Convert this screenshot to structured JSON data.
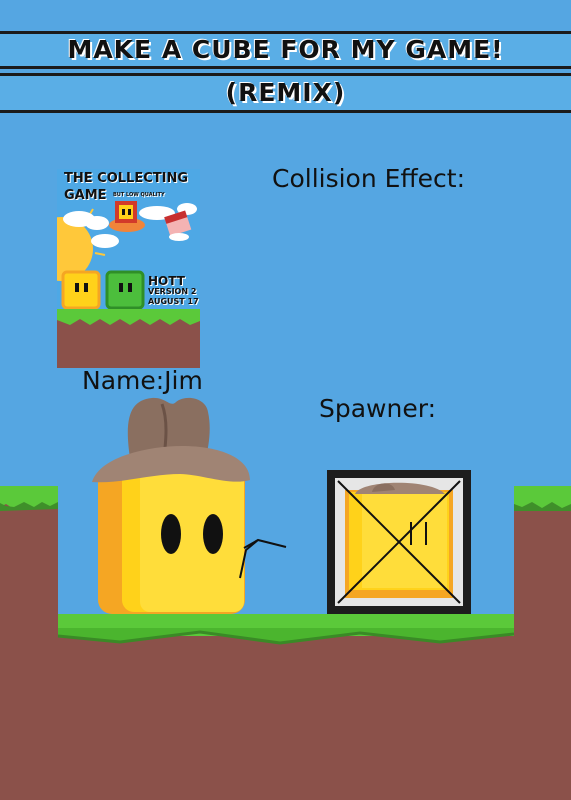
{
  "header": {
    "title_line1": "MAKE A CUBE FOR MY GAME!",
    "title_line2": "(REMIX)"
  },
  "poster": {
    "title_line1": "THE COLLECTING",
    "title_line2": "GAME",
    "subtitle": "BUT LOW QUALITY",
    "author": "HOTT",
    "version": "VERSION 2",
    "date": "AUGUST 17"
  },
  "labels": {
    "collision_effect": "Collision Effect:",
    "name": "Name:Jim",
    "spawner": "Spawner:"
  },
  "colors": {
    "sky": "#55a6e2",
    "grass": "#5bc93a",
    "dirt": "#8b514a",
    "cube_yellow": "#ffd21a",
    "cube_orange": "#f5a623",
    "hat_brown": "#8a6f60"
  }
}
